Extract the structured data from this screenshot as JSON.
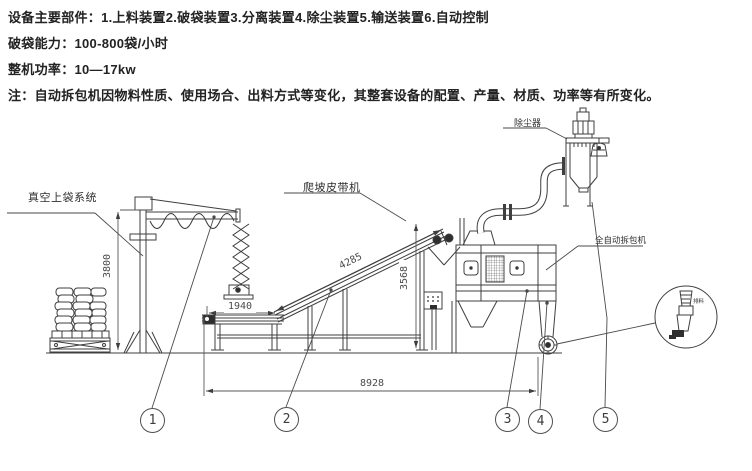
{
  "specs": {
    "parts": "设备主要部件：1.上料装置2.破袋装置3.分离装置4.除尘装置5.输送装置6.自动控制",
    "capacity": "破袋能力：100-800袋/小时",
    "power": "整机功率：10—17kw",
    "note": "注：自动拆包机因物料性质、使用场合、出料方式等变化，其整套设备的配置、产量、材质、功率等有所变化。"
  },
  "diagram": {
    "labels": {
      "vacuum_loader": "真空上袋系统",
      "incline_conveyor": "爬坡皮带机",
      "dust_collector": "除尘器",
      "bag_breaker": "全自动拆包机",
      "detail_note": "排料"
    },
    "dimensions": {
      "mast_height": "3800",
      "flat_conveyor_length": "1940",
      "incline_length": "4285",
      "discharge_height": "3568",
      "overall_length": "8928"
    },
    "callouts": [
      "1",
      "2",
      "3",
      "4",
      "5"
    ],
    "colors": {
      "line": "#3f3f3f",
      "text": "#222222"
    }
  }
}
